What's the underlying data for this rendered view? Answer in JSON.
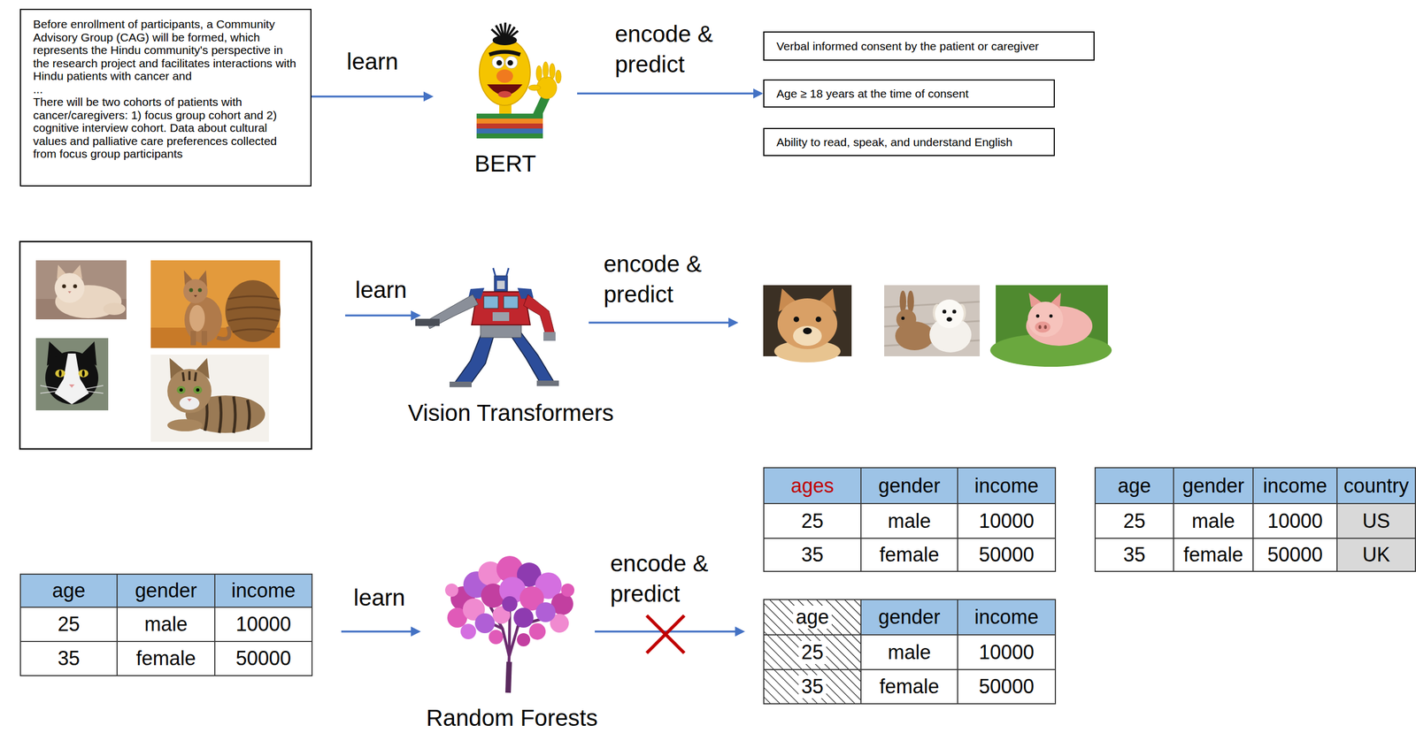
{
  "diagram": {
    "nodes": [
      {
        "text": [
          "Before enrollment of participants, a Community Advisory Group (CAG) will be formed, which represents the Hindu community's perspective in the research project and facilitates interactions with Hindu patients with cancer and",
          "...",
          "There will be two cohorts of patients with cancer/caregivers: 1) focus group cohort and 2) cognitive interview cohort. Data about cultural values and palliative care preferences collected from focus group participants"
        ]
      },
      {
        "text": [
          "BERT"
        ]
      },
      {
        "text": [
          "Verbal informed consent by the patient or caregiver"
        ]
      },
      {
        "text": [
          "Age ≥ 18 years at the time of consent"
        ]
      },
      {
        "text": [
          "Ability to read, speak, and understand English"
        ]
      },
      {
        "text": [
          "Vision Transformers"
        ]
      },
      {
        "text": [
          "Random Forests"
        ]
      }
    ],
    "edges": [
      {
        "from": 0,
        "to": 1,
        "arrow": "to",
        "label": "learn"
      },
      {
        "from": 1,
        "to": 3,
        "arrow": "to",
        "label": "encode & predict"
      }
    ],
    "labels": [
      "learn",
      "encode & predict",
      "learn",
      "encode & predict",
      "age",
      "gender",
      "income",
      "25",
      "male",
      "10000",
      "35",
      "female",
      "50000",
      "ages",
      "gender",
      "income",
      "25",
      "male",
      "10000",
      "35",
      "female",
      "50000",
      "age",
      "gender",
      "income",
      "country",
      "25",
      "male",
      "10000",
      "US",
      "35",
      "female",
      "50000",
      "UK",
      "age",
      "gender",
      "income",
      "25",
      "male",
      "10000",
      "35",
      "female",
      "50000"
    ]
  }
}
